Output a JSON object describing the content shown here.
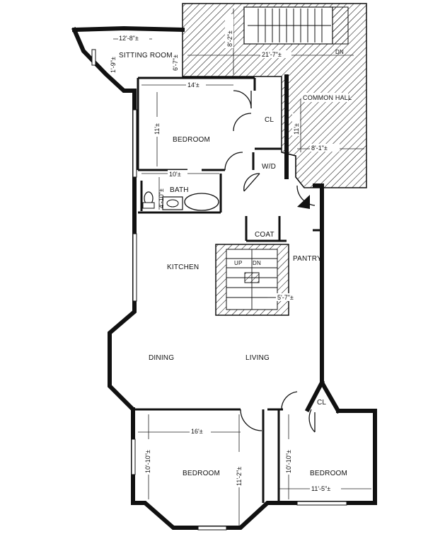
{
  "rooms": {
    "sitting_room": "SITTING ROOM",
    "bedroom_top": "BEDROOM",
    "closet_top": "CL",
    "washer_dryer": "W/D",
    "bath": "BATH",
    "coat": "COAT",
    "pantry": "PANTRY",
    "kitchen": "KITCHEN",
    "dining": "DINING",
    "living": "LIVING",
    "closet_bottom": "CL",
    "bedroom_left": "BEDROOM",
    "bedroom_right": "BEDROOM",
    "common_hall": "COMMON HALL",
    "stair_up": "UP",
    "stair_dn_inner": "DN",
    "stair_dn_top": "DN"
  },
  "dimensions": {
    "sitting_w": "12'-8\"±",
    "sitting_h1": "1'-9\"±",
    "sitting_h2": "6'-7\"±",
    "hall_top_h": "8'-2\"±",
    "hall_top_w": "21'-7\"±",
    "hall_h": "11'±",
    "hall_w": "8'-1\"±",
    "bed_top_w": "14'±",
    "bed_top_h": "11'±",
    "bath_w": "10'±",
    "bath_h": "4'-10\"±",
    "stair_w": "5'-7\"±",
    "bed_left_w": "16'±",
    "bed_left_h1": "10'-10\"±",
    "bed_left_h2": "11'-2\"±",
    "bed_right_h": "10'-10\"±",
    "bed_right_w": "11'-5\"±"
  }
}
